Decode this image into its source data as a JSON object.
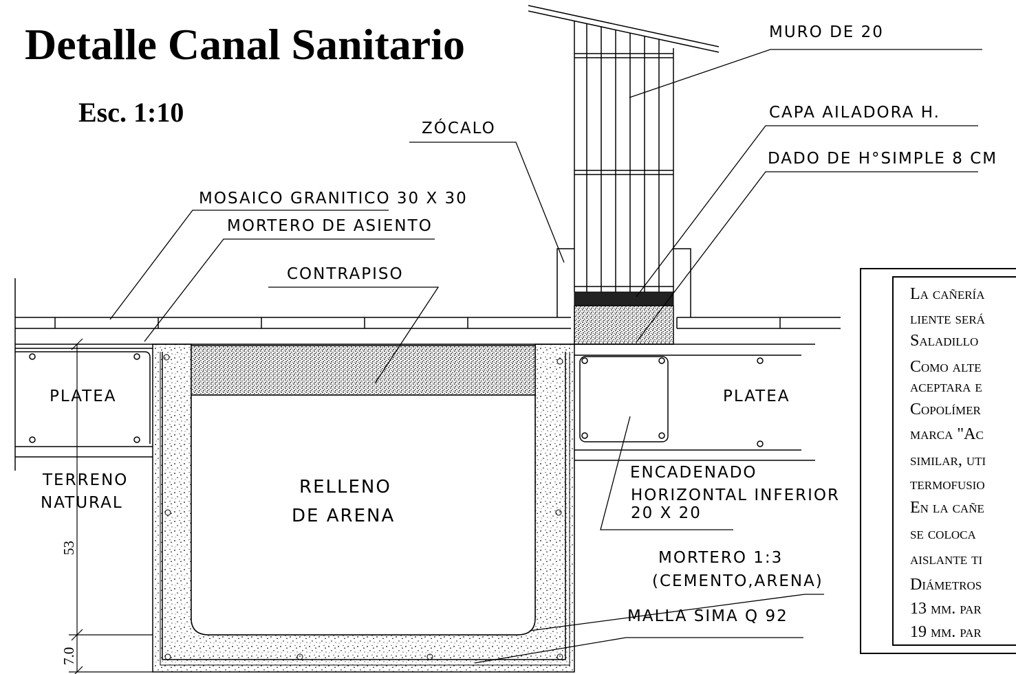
{
  "title": "Detalle Canal Sanitario",
  "scale": "Esc. 1:10",
  "labels": {
    "muro": "MURO DE 20",
    "capa": "CAPA AILADORA H.",
    "dado": "DADO DE H°SIMPLE 8 CM",
    "zocalo": "ZÓCALO",
    "mosaico": "MOSAICO GRANITICO 30 X 30",
    "mortero_asiento": "MORTERO DE ASIENTO",
    "contrapiso": "CONTRAPISO",
    "platea_left": "PLATEA",
    "platea_right": "PLATEA",
    "terreno_1": "TERRENO",
    "terreno_2": "NATURAL",
    "relleno_1": "RELLENO",
    "relleno_2": "DE ARENA",
    "encadenado_1": "ENCADENADO",
    "encadenado_2": "HORIZONTAL INFERIOR",
    "encadenado_3": "20 X 20",
    "mortero_1": "MORTERO 1:3",
    "mortero_2": "(CEMENTO,ARENA)",
    "malla": "MALLA SIMA Q 92"
  },
  "dimensions": {
    "d53": "53",
    "d7": "7.0"
  },
  "notes": [
    "La cañería",
    "liente será",
    "Saladillo",
    "Como alte",
    "aceptara e",
    "Copolímer",
    "marca \"Ac",
    "similar, uti",
    "termofusio",
    "En la cañe",
    "se coloca",
    "aislante ti",
    "Diámetros",
    "13 mm. par",
    "19 mm. par"
  ]
}
